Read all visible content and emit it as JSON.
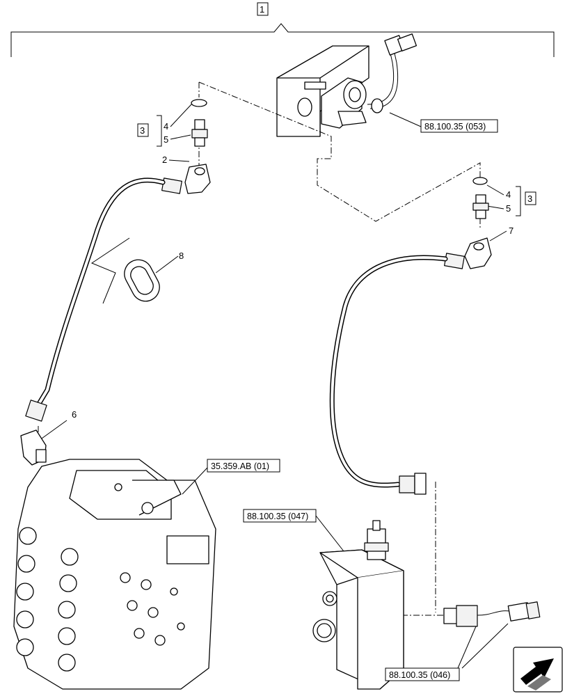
{
  "callouts": {
    "assembly": "1",
    "kit_left": "3",
    "kit_right": "3",
    "oring_left": "4",
    "fitting_left": "5",
    "elbow_left": "2",
    "oring_right": "4",
    "fitting_right": "5",
    "elbow_right": "7",
    "seal_ring": "8",
    "elbow_bottom": "6"
  },
  "references": {
    "solenoid_block": "88.100.35 (053)",
    "control_valve": "35.359.AB (01)",
    "relief_block": "88.100.35 (047)",
    "adapter_group": "88.100.35 (046)"
  },
  "icons": {
    "nav_arrow": "direction-arrow-icon"
  }
}
